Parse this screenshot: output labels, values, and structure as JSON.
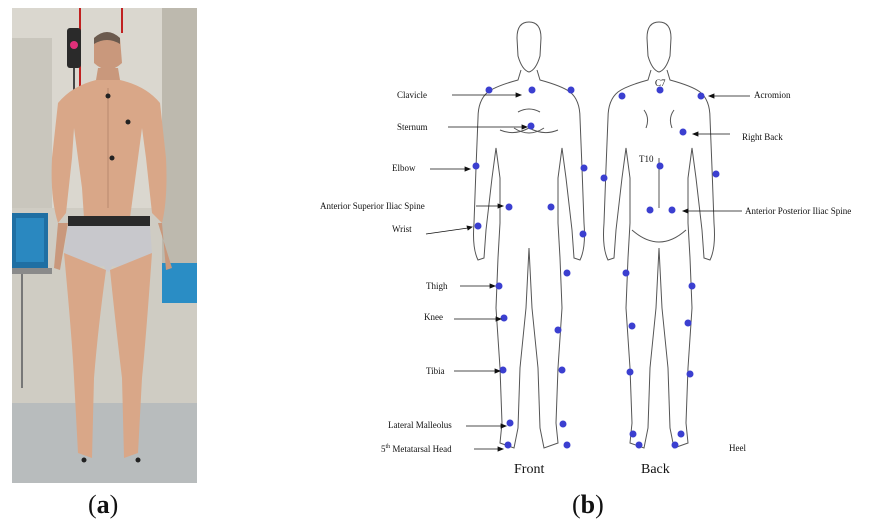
{
  "panels": {
    "a": "a",
    "b": "b"
  },
  "front_caption": "Front",
  "back_caption": "Back",
  "front_labels": {
    "clavicle": "Clavicle",
    "sternum": "Sternum",
    "elbow": "Elbow",
    "asis": "Anterior  Superior Iliac Spine",
    "wrist": "Wrist",
    "thigh": "Thigh",
    "knee": "Knee",
    "tibia": "Tibia",
    "lateral_malleolus": "Lateral Malleolus",
    "metatarsal_num": "5",
    "metatarsal_sup": "th",
    "metatarsal_rest": " Metatarsal Head"
  },
  "back_labels": {
    "c7": "C7",
    "t10": "T10",
    "acromion": "Acromion",
    "right_back": "Right Back",
    "apis": "Anterior Posterior Iliac Spine",
    "heel": "Heel"
  },
  "colors": {
    "marker": "#3b3fd0",
    "outline": "#555555",
    "wall": "#d6d2c8",
    "skin": "#d9a788",
    "floor": "#b8bcbd"
  }
}
